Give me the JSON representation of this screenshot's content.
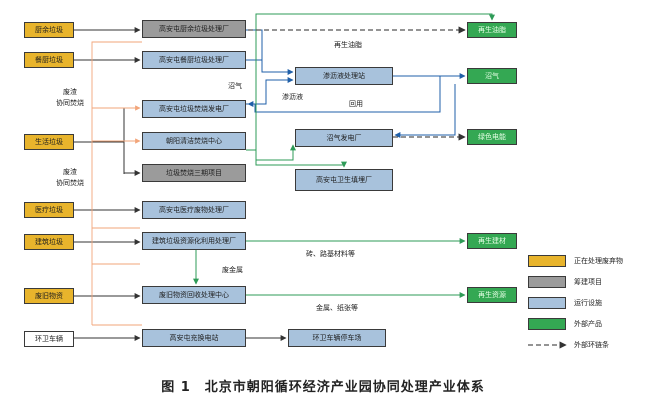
{
  "sources": [
    {
      "id": "kitchen_waste",
      "label": "厨余垃圾"
    },
    {
      "id": "restaurant_waste",
      "label": "餐厨垃圾"
    },
    {
      "id": "domestic_waste",
      "label": "生活垃圾"
    },
    {
      "id": "medical_waste",
      "label": "医疗垃圾"
    },
    {
      "id": "construction_waste",
      "label": "建筑垃圾"
    },
    {
      "id": "used_goods",
      "label": "废旧物资"
    },
    {
      "id": "sanitation_vehicles",
      "label": "环卫车辆"
    }
  ],
  "facilities": [
    {
      "id": "kitchen_plant",
      "label": "高安屯厨余垃圾处理厂",
      "type": "proj"
    },
    {
      "id": "restaurant_plant",
      "label": "高安屯餐厨垃圾处理厂",
      "type": "fac"
    },
    {
      "id": "incineration_plant",
      "label": "高安屯垃圾焚烧发电厂",
      "type": "fac"
    },
    {
      "id": "chaoyang_center",
      "label": "朝阳清洁焚烧中心",
      "type": "fac"
    },
    {
      "id": "phase3",
      "label": "垃圾焚烧三期项目",
      "type": "proj"
    },
    {
      "id": "leachate_station",
      "label": "渗沥液处理站",
      "type": "fac"
    },
    {
      "id": "biogas_plant",
      "label": "沼气发电厂",
      "type": "fac"
    },
    {
      "id": "landfill",
      "label": "高安屯卫生填埋厂",
      "type": "fac"
    },
    {
      "id": "medical_plant",
      "label": "高安屯医疗废物处理厂",
      "type": "fac"
    },
    {
      "id": "construction_plant",
      "label": "建筑垃圾资源化利用处理厂",
      "type": "fac"
    },
    {
      "id": "recycling_center",
      "label": "废旧物资回收处理中心",
      "type": "fac"
    },
    {
      "id": "charging_station",
      "label": "高安屯充换电站",
      "type": "fac"
    },
    {
      "id": "parking_lot",
      "label": "环卫车辆停车场",
      "type": "fac"
    }
  ],
  "products": [
    {
      "id": "recycled_oil_product",
      "label": "再生油脂"
    },
    {
      "id": "biogas_product",
      "label": "沼气"
    },
    {
      "id": "green_power",
      "label": "绿色电能"
    },
    {
      "id": "recycled_building",
      "label": "再生建材"
    },
    {
      "id": "recycled_resources",
      "label": "再生资源"
    }
  ],
  "edge_labels": {
    "recycled_oil": "再生油脂",
    "biogas": "沼气",
    "leachate": "渗沥液",
    "reuse": "回用",
    "residue_cofiring_1": "废渣\n协同焚烧",
    "residue_cofiring_2": "废渣\n协同焚烧",
    "scrap_metal": "废金属",
    "bricks_materials": "砖、路基材料等",
    "metals_paper": "金属、纸张等"
  },
  "legend": [
    {
      "type": "src",
      "label": "正在处理废弃物"
    },
    {
      "type": "proj",
      "label": "筹建项目"
    },
    {
      "type": "fac",
      "label": "运行设施"
    },
    {
      "type": "prod",
      "label": "外部产品"
    },
    {
      "type": "dash",
      "label": "外部环链条"
    }
  ],
  "caption": "图 1　北京市朝阳循环经济产业园协同处理产业体系",
  "colors": {
    "waste_yellow": "#e8b42c",
    "project_gray": "#9b9b9b",
    "facility_blue": "#a8c2dc",
    "product_green": "#34a853",
    "flow_blue": "#1f5fa8",
    "flow_green": "#2e9b57",
    "residue_orange": "#f2a57a"
  }
}
